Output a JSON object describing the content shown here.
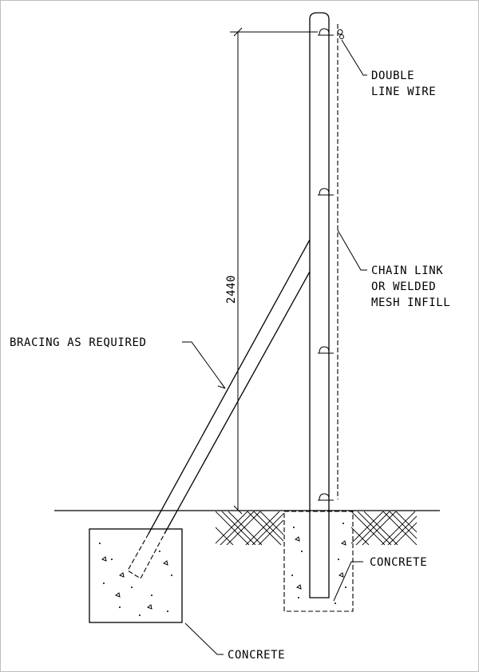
{
  "labels": {
    "wire_line1": "DOUBLE",
    "wire_line2": "LINE WIRE",
    "mesh_line1": "CHAIN LINK",
    "mesh_line2": "OR WELDED",
    "mesh_line3": "MESH INFILL",
    "bracing": "BRACING AS REQUIRED",
    "concrete_post": "CONCRETE",
    "concrete_brace": "CONCRETE"
  },
  "dimension": {
    "height_value": "2440"
  },
  "colors": {
    "line": "#000000",
    "frame": "#bdbdbd",
    "background": "#ffffff"
  }
}
